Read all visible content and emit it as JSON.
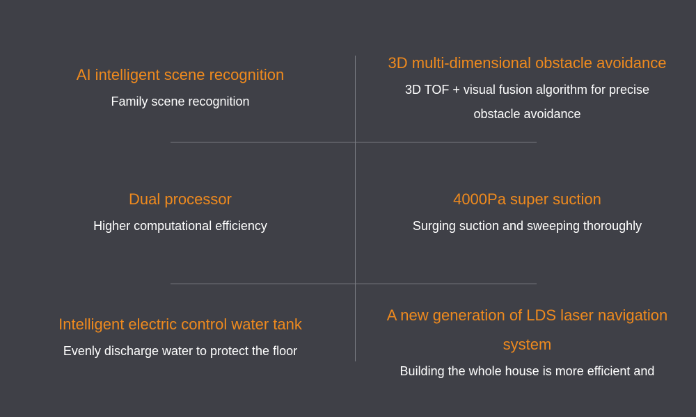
{
  "features": [
    {
      "title": "AI intelligent scene recognition",
      "description": "Family scene recognition"
    },
    {
      "title": "3D multi-dimensional obstacle avoidance",
      "description": "3D TOF + visual fusion algorithm for precise obstacle avoidance"
    },
    {
      "title": "Dual processor",
      "description": "Higher computational efficiency"
    },
    {
      "title": "4000Pa super suction",
      "description": "Surging suction and sweeping thoroughly"
    },
    {
      "title": "Intelligent electric control water tank",
      "description": "Evenly discharge water to protect the floor"
    },
    {
      "title": "A new generation of LDS laser navigation system",
      "description": "Building the whole house is more efficient and"
    }
  ],
  "colors": {
    "background": "#3f4047",
    "accent": "#ef8a1e",
    "text": "#ffffff",
    "divider": "#7b7d84"
  }
}
